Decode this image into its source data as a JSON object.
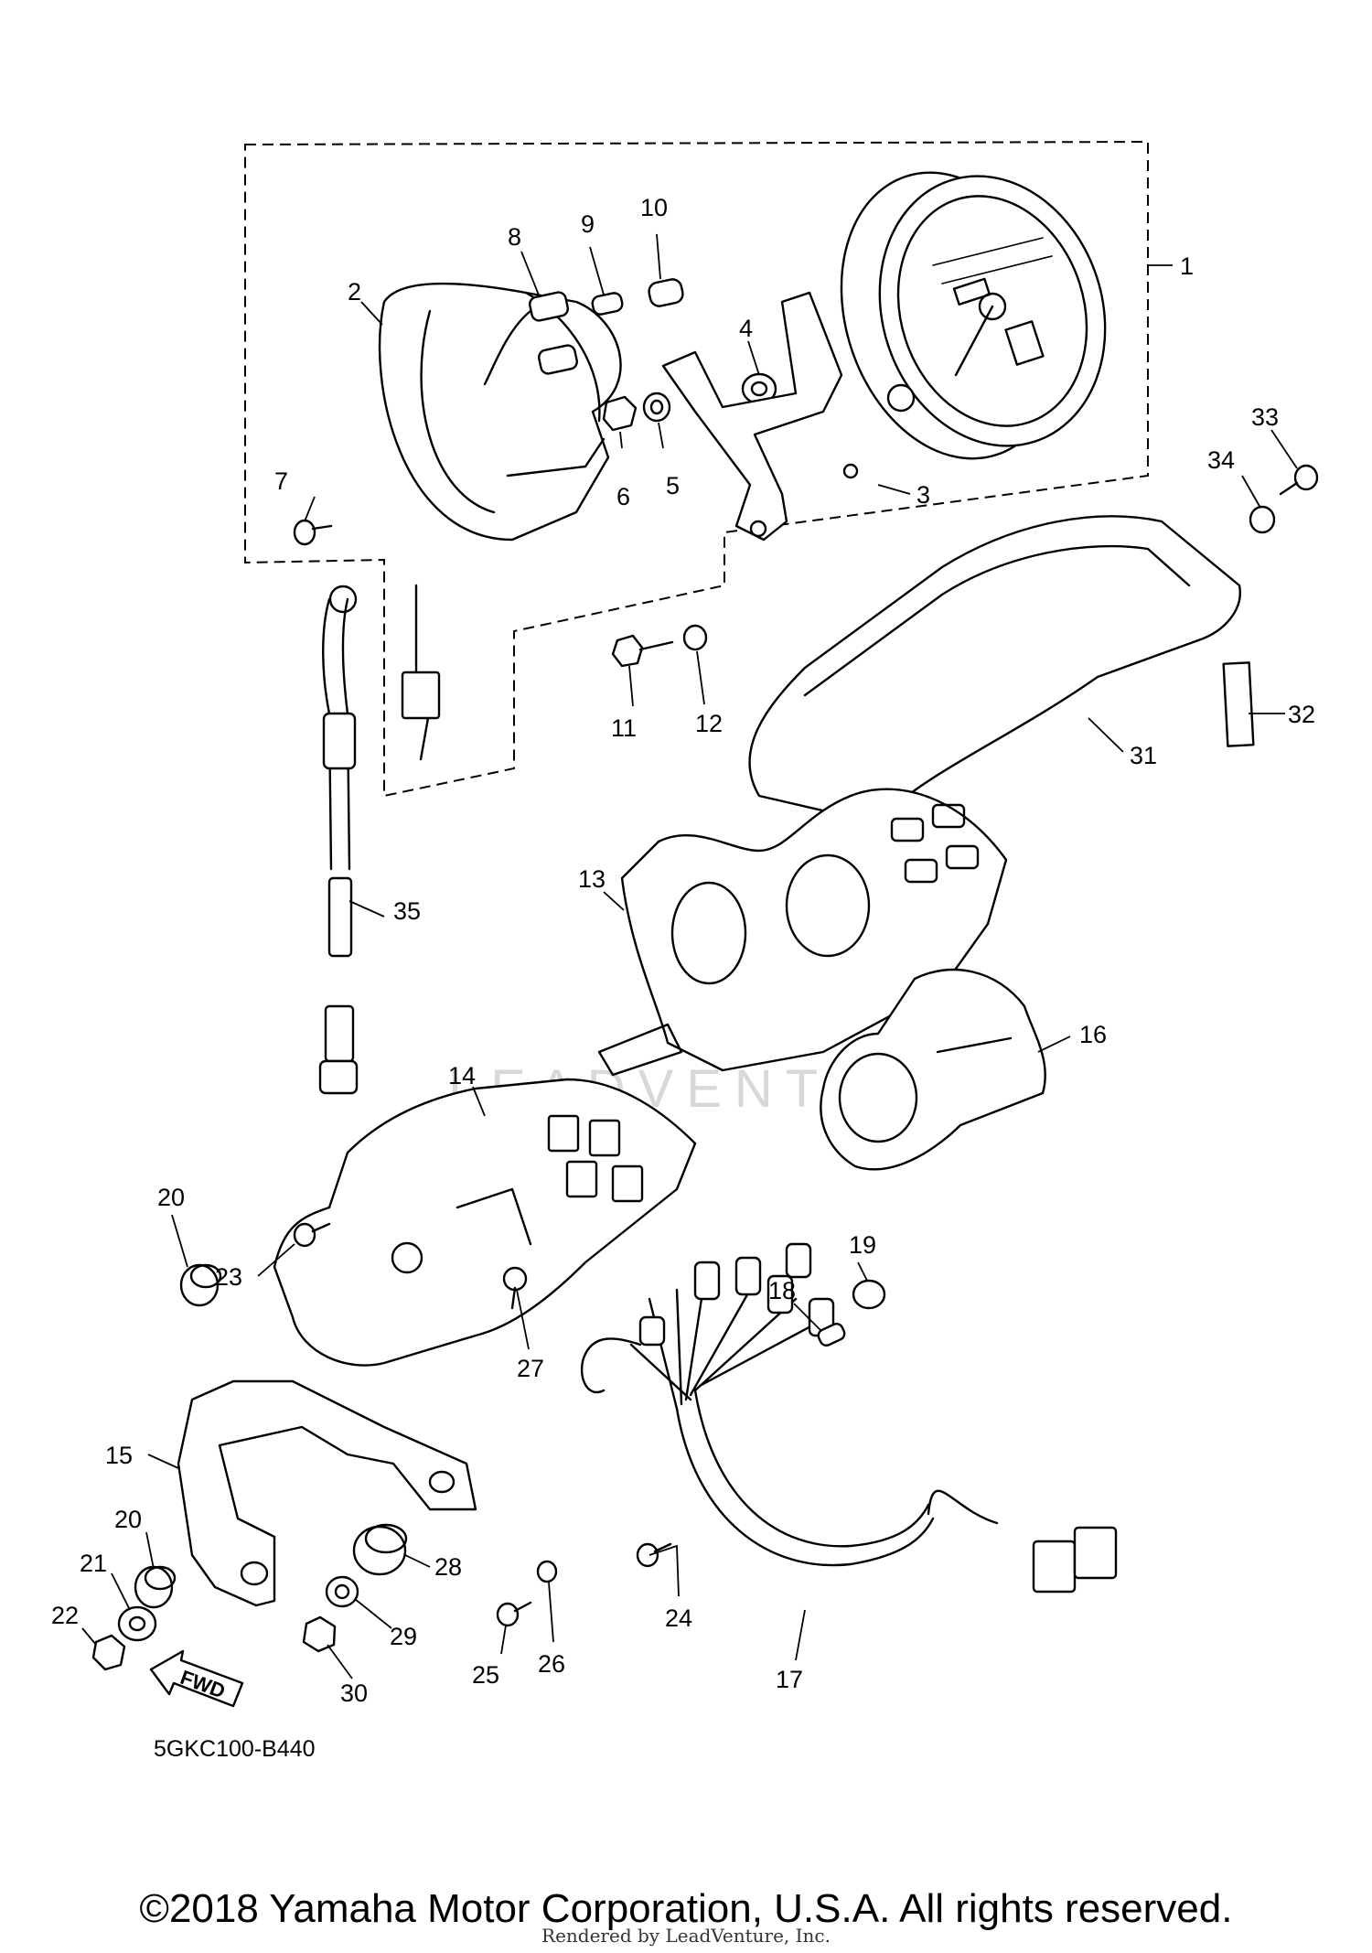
{
  "diagram": {
    "part_code": "5GKC100-B440",
    "forward_label": "FWD",
    "watermark": "LEADVENTURE",
    "callouts": [
      "1",
      "2",
      "3",
      "4",
      "5",
      "6",
      "7",
      "8",
      "9",
      "10",
      "11",
      "12",
      "13",
      "14",
      "15",
      "16",
      "17",
      "18",
      "19",
      "20",
      "20",
      "21",
      "22",
      "23",
      "24",
      "25",
      "26",
      "27",
      "28",
      "29",
      "30",
      "31",
      "32",
      "33",
      "34",
      "35"
    ]
  },
  "footer": {
    "copyright": "©2018 Yamaha Motor Corporation, U.S.A. All rights reserved.",
    "rendered_by": "Rendered by LeadVenture, Inc."
  }
}
